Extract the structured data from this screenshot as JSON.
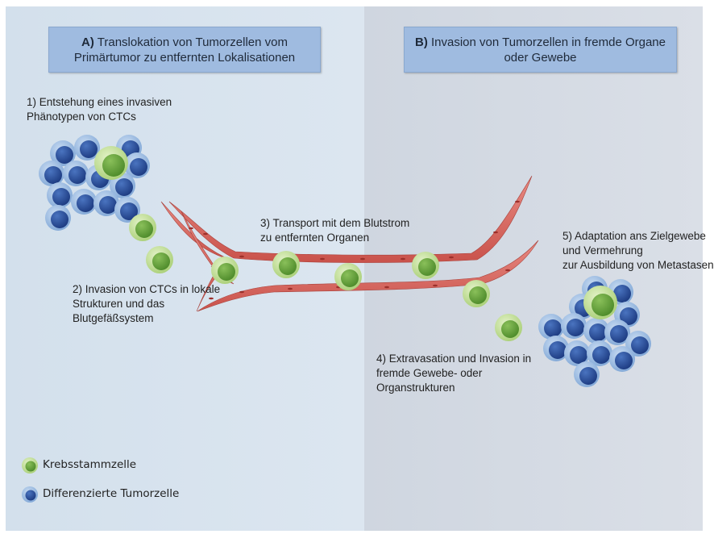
{
  "header_a": {
    "prefix": "A)",
    "text": "Translokation von Tumorzellen vom Primärtumor zu entfernten Lokalisationen"
  },
  "header_b": {
    "prefix": "B)",
    "text": "Invasion von Tumorzellen in fremde Organe oder Gewebe"
  },
  "steps": {
    "s1": "1) Entstehung eines invasiven Phänotypen von CTCs",
    "s2": "2) Invasion von CTCs in lokale Strukturen und das Blutgefäßsystem",
    "s3": "3) Transport mit dem Blutstrom zu entfernten Organen",
    "s4": "4) Extravasation und Invasion in fremde Gewebe- oder Organstrukturen",
    "s5": "5) Adaptation ans Zielgewebe und Vermehrung zur Ausbildung von Metastasen"
  },
  "legend": {
    "stem": "Krebsstammzelle",
    "differentiated": "Differenzierte Tumorzelle"
  },
  "colors": {
    "panel_a": "#d8e3ee",
    "panel_b": "#d3d9e3",
    "header_fill": "#9fbbe0",
    "stem_cell_outer": "#b9d98a",
    "stem_cell_inner": "#5f9a35",
    "tumor_cell_outer": "#8fb3dd",
    "tumor_cell_inner": "#24478f",
    "vessel": "#d7675f"
  }
}
